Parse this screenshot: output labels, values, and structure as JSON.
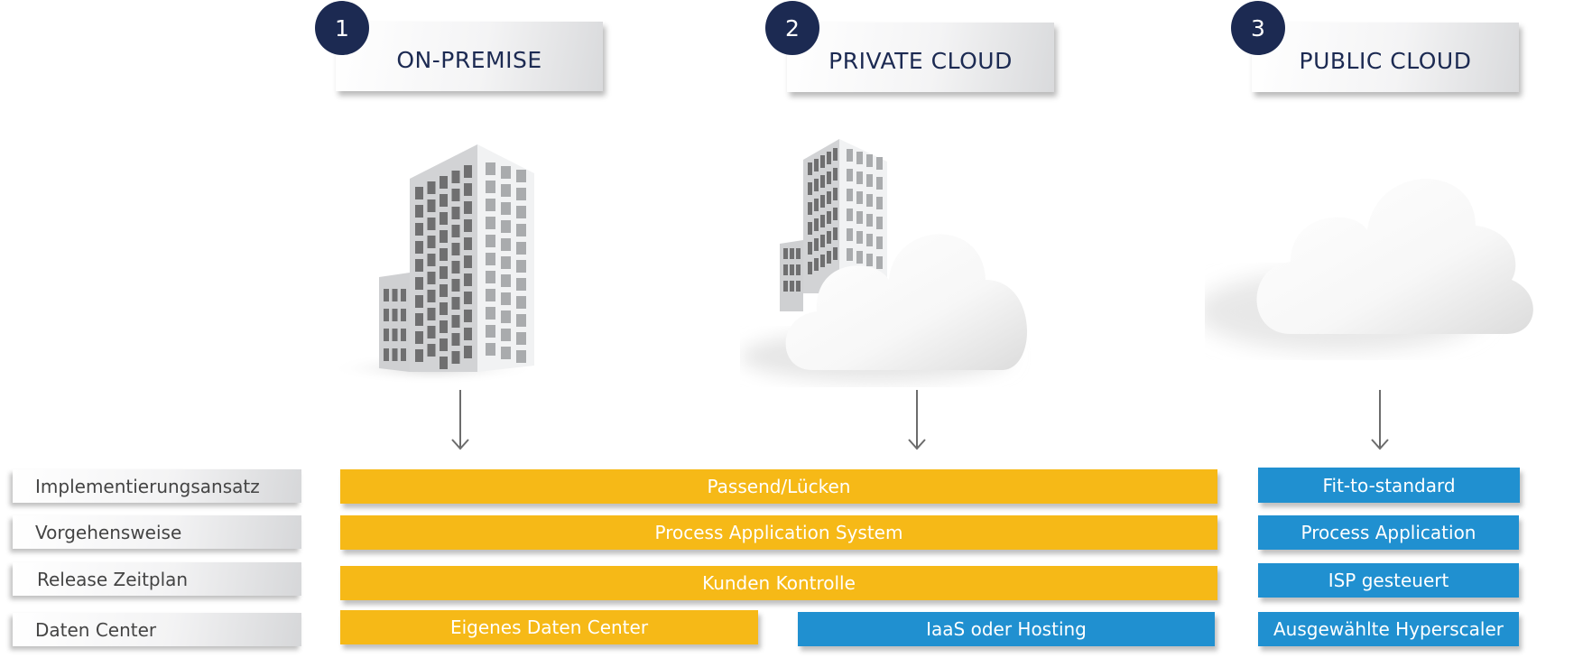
{
  "colors": {
    "navy": "#1c2a52",
    "yellow": "#f6b917",
    "blue": "#2090d0",
    "label_text": "#444444"
  },
  "columns": [
    {
      "number": "1",
      "title": "ON-PREMISE",
      "icon": "office-building-icon"
    },
    {
      "number": "2",
      "title": "PRIVATE CLOUD",
      "icon": "building-with-cloud-icon"
    },
    {
      "number": "3",
      "title": "PUBLIC CLOUD",
      "icon": "cloud-icon"
    }
  ],
  "rows": [
    {
      "label": "Implementierungsansatz"
    },
    {
      "label": "Vorgehensweise"
    },
    {
      "label": "Release Zeitplan"
    },
    {
      "label": "Daten Center"
    }
  ],
  "bars": {
    "implementierungsansatz": {
      "shared": "Passend/Lücken",
      "public": "Fit-to-standard"
    },
    "vorgehensweise": {
      "shared": "Process Application System",
      "public": "Process Application"
    },
    "release": {
      "shared": "Kunden Kontrolle",
      "public": "ISP gesteuert"
    },
    "datacenter": {
      "on_premise": "Eigenes Daten Center",
      "private": "IaaS oder Hosting",
      "public": "Ausgewählte Hyperscaler"
    }
  }
}
